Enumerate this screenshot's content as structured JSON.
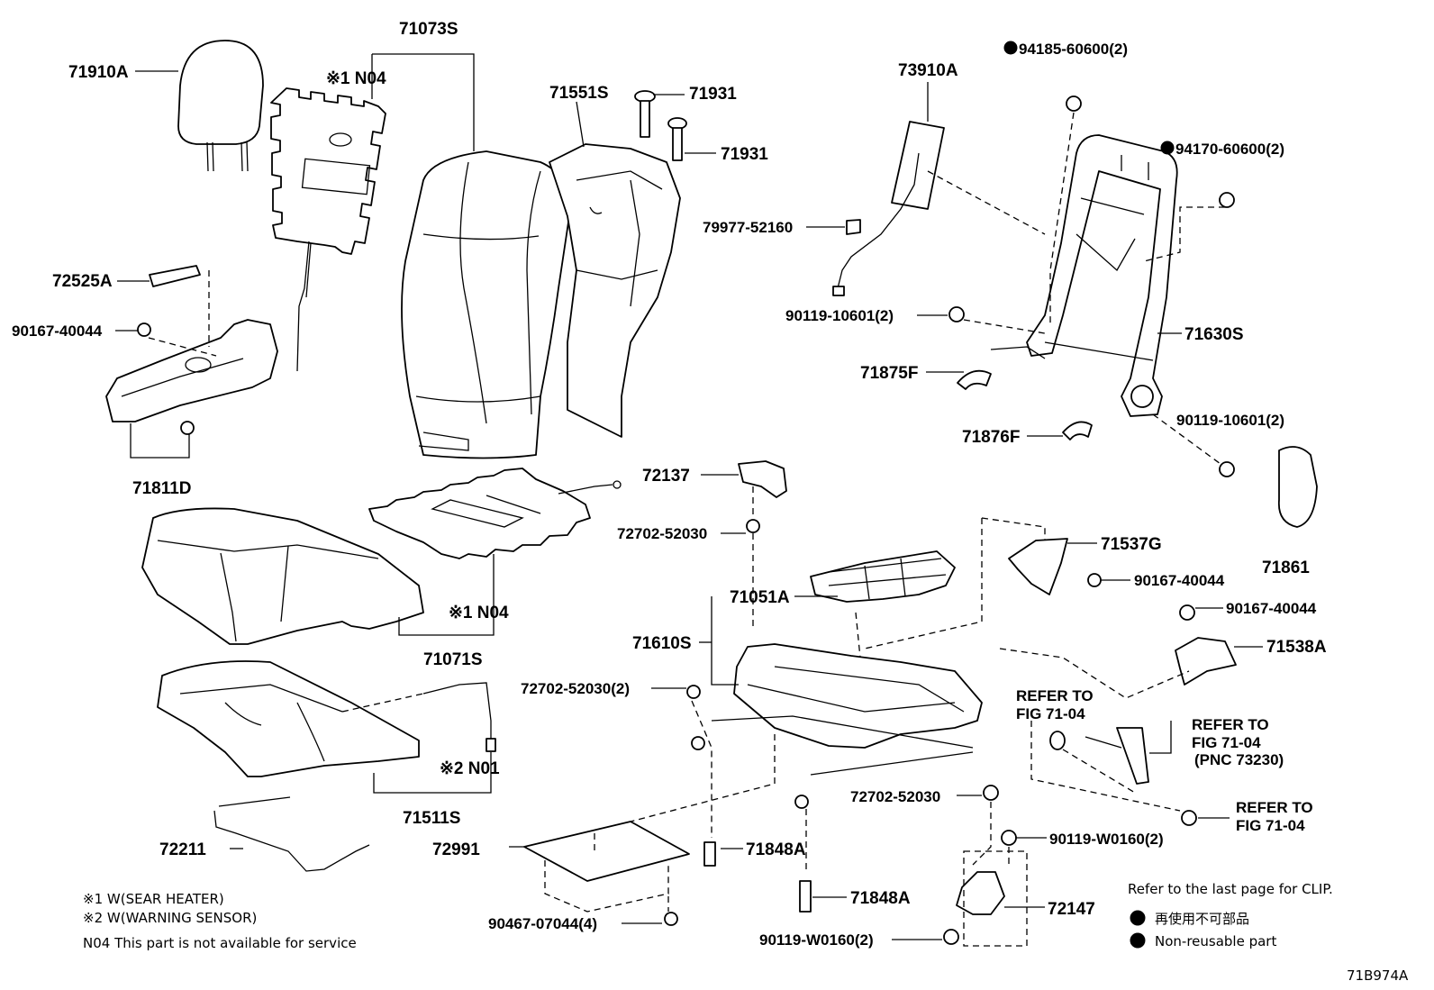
{
  "labels": {
    "p71910A": "71910A",
    "p71073S": "71073S",
    "p71551S": "71551S",
    "p71931a": "71931",
    "p71931b": "71931",
    "p73910A": "73910A",
    "p94185": "94185-60600(2)",
    "p94170": "94170-60600(2)",
    "p79977": "79977-52160",
    "p90119a": "90119-10601(2)",
    "p71630S": "71630S",
    "p71875F": "71875F",
    "p71876F": "71876F",
    "p90119b": "90119-10601(2)",
    "p71861": "71861",
    "p72525A": "72525A",
    "p90167a": "90167-40044",
    "p71811D": "71811D",
    "p72137": "72137",
    "p72702a": "72702-52030",
    "p71537G": "71537G",
    "p90167b": "90167-40044",
    "p90167c": "90167-40044",
    "p71051A": "71051A",
    "p71610S": "71610S",
    "p71538A": "71538A",
    "p71071S": "71071S",
    "p72702b": "72702-52030(2)",
    "p71511S": "71511S",
    "p72702c": "72702-52030",
    "p90119c": "90119-W0160(2)",
    "p72211": "72211",
    "p72991": "72991",
    "p71848Aa": "71848A",
    "p71848Ab": "71848A",
    "p72147": "72147",
    "p90119d": "90119-W0160(2)",
    "p90467": "90467-07044(4)"
  },
  "n04_marks": {
    "upper": "※1 N04",
    "lower": "※1 N04",
    "n01": "※2 N01"
  },
  "refer_blocks": {
    "mid": [
      "REFER TO",
      "FIG 71-04"
    ],
    "belt": [
      "REFER TO",
      "FIG 71-04",
      "(PNC 73230)"
    ],
    "low": [
      "REFER TO",
      "FIG 71-04"
    ]
  },
  "legend_left": {
    "line1": "※1 W(SEAR HEATER)",
    "line2": "※2 W(WARNING SENSOR)",
    "line3": "N04  This part is not available for service"
  },
  "legend_right": {
    "clip_note": "Refer to the last page for CLIP.",
    "reuse_jp": "再使用不可部品",
    "reuse_en": "Non-reusable part"
  },
  "figure_id": "71B974A"
}
